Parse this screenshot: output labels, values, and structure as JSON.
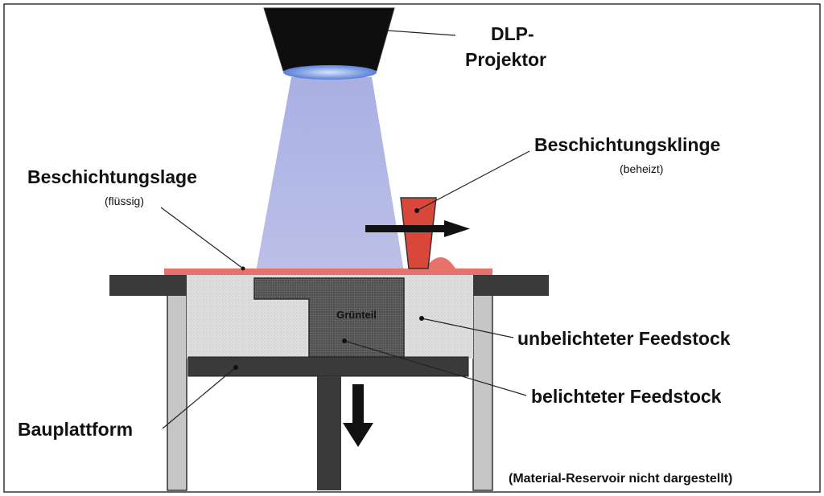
{
  "labels": {
    "projector_line1": "DLP-",
    "projector_line2": "Projektor",
    "blade": "Beschichtungsklinge",
    "blade_note": "(beheizt)",
    "layer": "Beschichtungslage",
    "layer_note": "(flüssig)",
    "green_part": "Grünteil",
    "unexposed": "unbelichteter Feedstock",
    "exposed": "belichteter Feedstock",
    "platform": "Bauplattform",
    "footnote": "(Material-Reservoir nicht dargestellt)"
  },
  "colors": {
    "frame": "#3a3a3a",
    "beam": "#b8bde6",
    "coating_layer": "#e8706a",
    "blade": "#d8473a",
    "feedstock": "#dcdcdc",
    "exposed": "#5a5a5a",
    "post": "#c8c8c8"
  },
  "icons": {
    "blade_motion": "arrow-right-icon",
    "platform_motion": "arrow-down-icon"
  }
}
